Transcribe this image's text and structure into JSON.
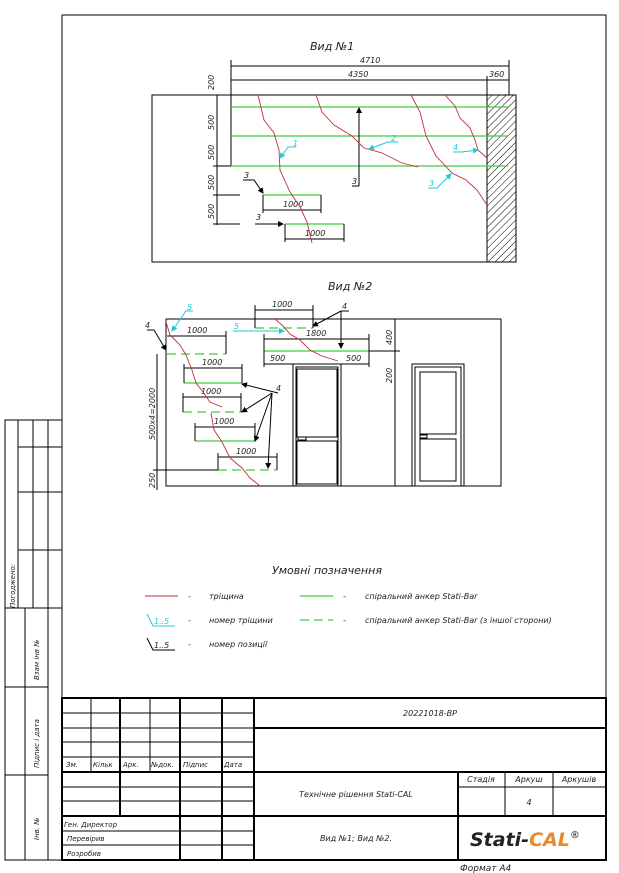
{
  "sheet": {
    "format_label": "Формат А4"
  },
  "side_strip": {
    "agreed": "Погоджено:",
    "replace_inv": "Взам інв №",
    "signature_date": "Підпис і дата",
    "inv_no": "Інв. №"
  },
  "view1": {
    "title": "Вид №1",
    "dims": {
      "total": "4710",
      "main": "4350",
      "wall": "360",
      "d200": "200",
      "d500a": "500",
      "d500b": "500",
      "d500c": "500",
      "d500d": "500",
      "len1": "1000",
      "len2": "1000"
    },
    "position_labels": [
      "3",
      "3",
      "3"
    ],
    "crack_labels": [
      "1",
      "2",
      "3",
      "4"
    ]
  },
  "view2": {
    "title": "Вид №2",
    "dims": {
      "top1000": "1000",
      "d1800": "1800",
      "left500": "500",
      "right500": "500",
      "d400": "400",
      "d200": "200",
      "vert": "500x4=2000",
      "d250": "250",
      "a1000": "1000",
      "b1000": "1000",
      "c1000": "1000",
      "d1000": "1000",
      "e1000": "1000"
    },
    "position_labels": [
      "4",
      "4",
      "4"
    ],
    "crack_labels": [
      "5",
      "5"
    ]
  },
  "legend": {
    "title": "Умовні позначення",
    "items": [
      {
        "symbol": "crack-line",
        "dash": "-",
        "label": "тріщина"
      },
      {
        "symbol": "anchor-line",
        "dash": "-",
        "label": "спіральний анкер Stati-Bar"
      },
      {
        "symbol": "crack-number",
        "sample": "1..5",
        "dash": "-",
        "label": "номер тріщини"
      },
      {
        "symbol": "anchor-dashed",
        "dash": "-",
        "label": "спіральний анкер Stati-Bar (з іншої сторони)"
      },
      {
        "symbol": "position-number",
        "sample": "1..5",
        "dash": "-",
        "label": "номер позиції"
      }
    ],
    "colors": {
      "crack": "#c0303a",
      "anchor": "#3fcf3f",
      "crack_number": "#22c8d8"
    }
  },
  "title_block": {
    "doc_code": "20221018-ВР",
    "headers": [
      "Зм.",
      "Кільк",
      "Арк.",
      "№док.",
      "Підпис",
      "Дата"
    ],
    "roles": [
      "Ген. Директор",
      "Перевірив",
      "Розробив"
    ],
    "project": "Технічне рішення Stati-CAL",
    "sheet_title": "Вид №1; Вид №2.",
    "stage_label": "Стадія",
    "sheet_label": "Аркуш",
    "sheets_label": "Аркушів",
    "sheet_number": "4",
    "logo_main": "Stati-",
    "logo_accent": "CAL",
    "logo_reg": "®",
    "logo_accent_color": "#e8892a"
  }
}
